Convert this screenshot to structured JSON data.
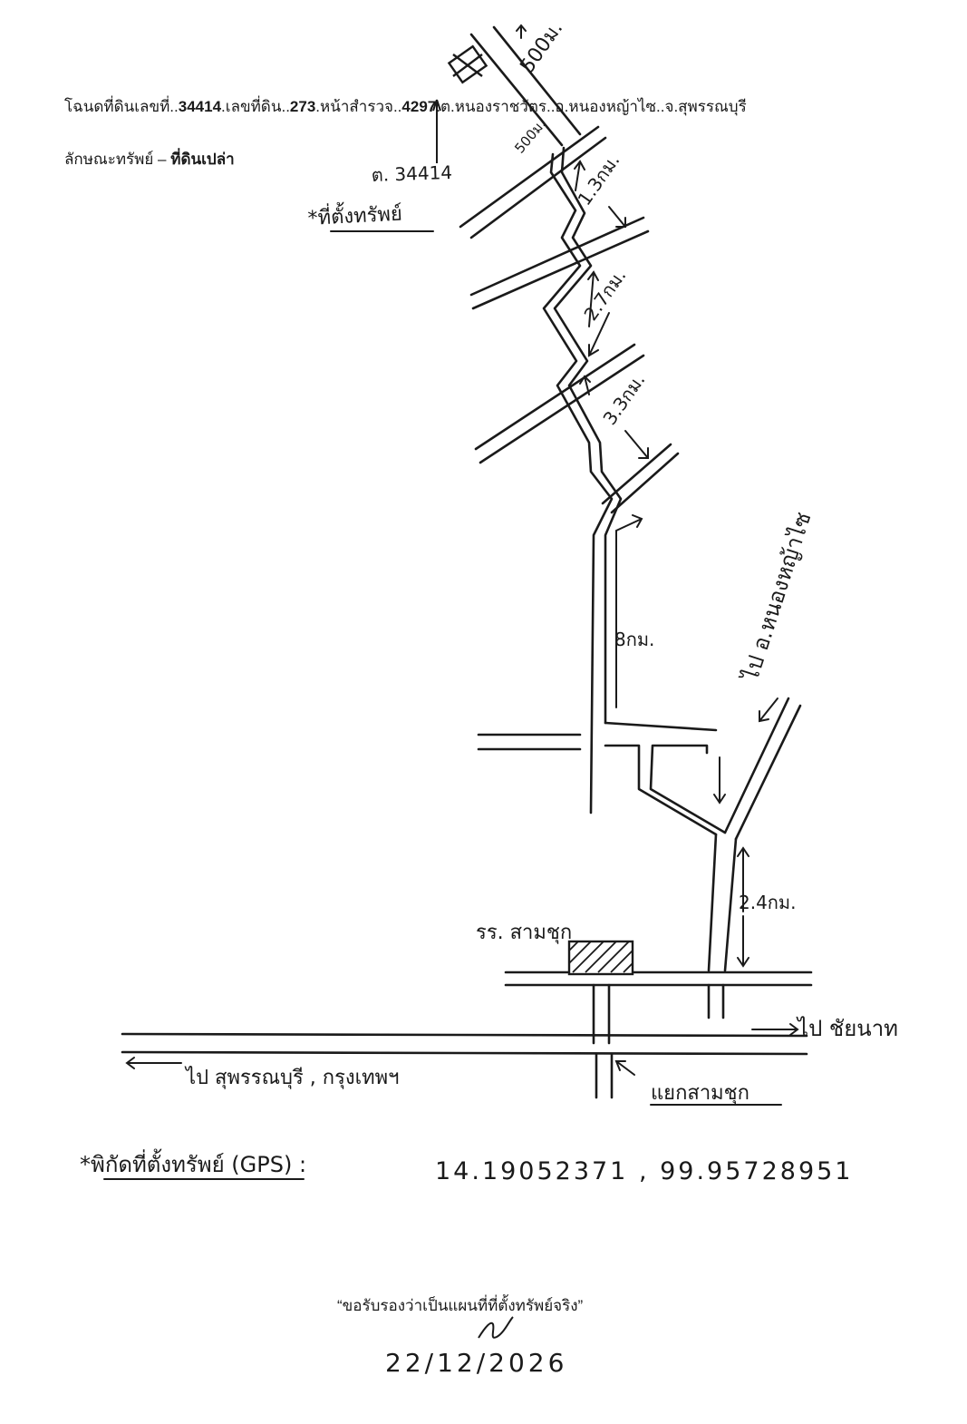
{
  "header": {
    "deed_line_prefix": "โฉนดที่ดินเลขที่..",
    "deed_no": "34414",
    "land_no_prefix": ".เลขที่ดิน..",
    "land_no": "273",
    "survey_prefix": ".หน้าสำรวจ..",
    "survey_no": "4297",
    "location": ".ต.หนองราชวัตร..อ.หนองหญ้าไซ..จ.สุพรรณบุรี",
    "property_label": "ลักษณะทรัพย์ – ",
    "property_type": "ที่ดินเปล่า"
  },
  "map": {
    "parcel_label": "ต. 34414",
    "property_location_note": "*ที่ตั้งทรัพย์",
    "dist_500m": "500ม.",
    "dist_left_small": "500ม.",
    "dist_1_3km": "1.3กม.",
    "dist_2_7km": "2.7กม.",
    "dist_3_3km": "3.3กม.",
    "dist_8km": "8กม.",
    "dist_2_4km": "2.4กม.",
    "to_nong_ya_sai": "ไป อ.หนองหญ้าไซ",
    "school": "รร. สามชุก",
    "to_chainat": "ไป ชัยนาท",
    "to_suphan_bangkok": "ไป สุพรรณบุรี , กรุงเทพฯ",
    "junction": "แยกสามชุก",
    "gps_label": "*พิกัดที่ตั้งทรัพย์ (GPS) :",
    "gps_coords": "14.19052371 , 99.95728951"
  },
  "footer": {
    "certify": "“ขอรับรองว่าเป็นแผนที่ที่ตั้งทรัพย์จริง”",
    "date": "22/12/2026"
  },
  "colors": {
    "ink": "#1a1a1a",
    "paper": "#ffffff"
  }
}
